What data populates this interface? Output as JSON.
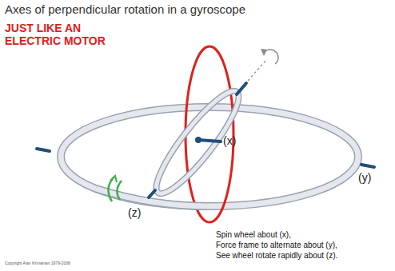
{
  "diagram": {
    "title": "Axes of perpendicular rotation in a gyroscope",
    "labels": [
      "JUST LIKE AN ELECTRIC MOTOR",
      "(x)",
      "(y)",
      "(z)",
      "Spin wheel about (x),",
      "Force frame to alternate about (y),",
      "See wheel rotate rapidly about (z).",
      "Copyright Alan Kinnaman 1979-2008"
    ]
  }
}
